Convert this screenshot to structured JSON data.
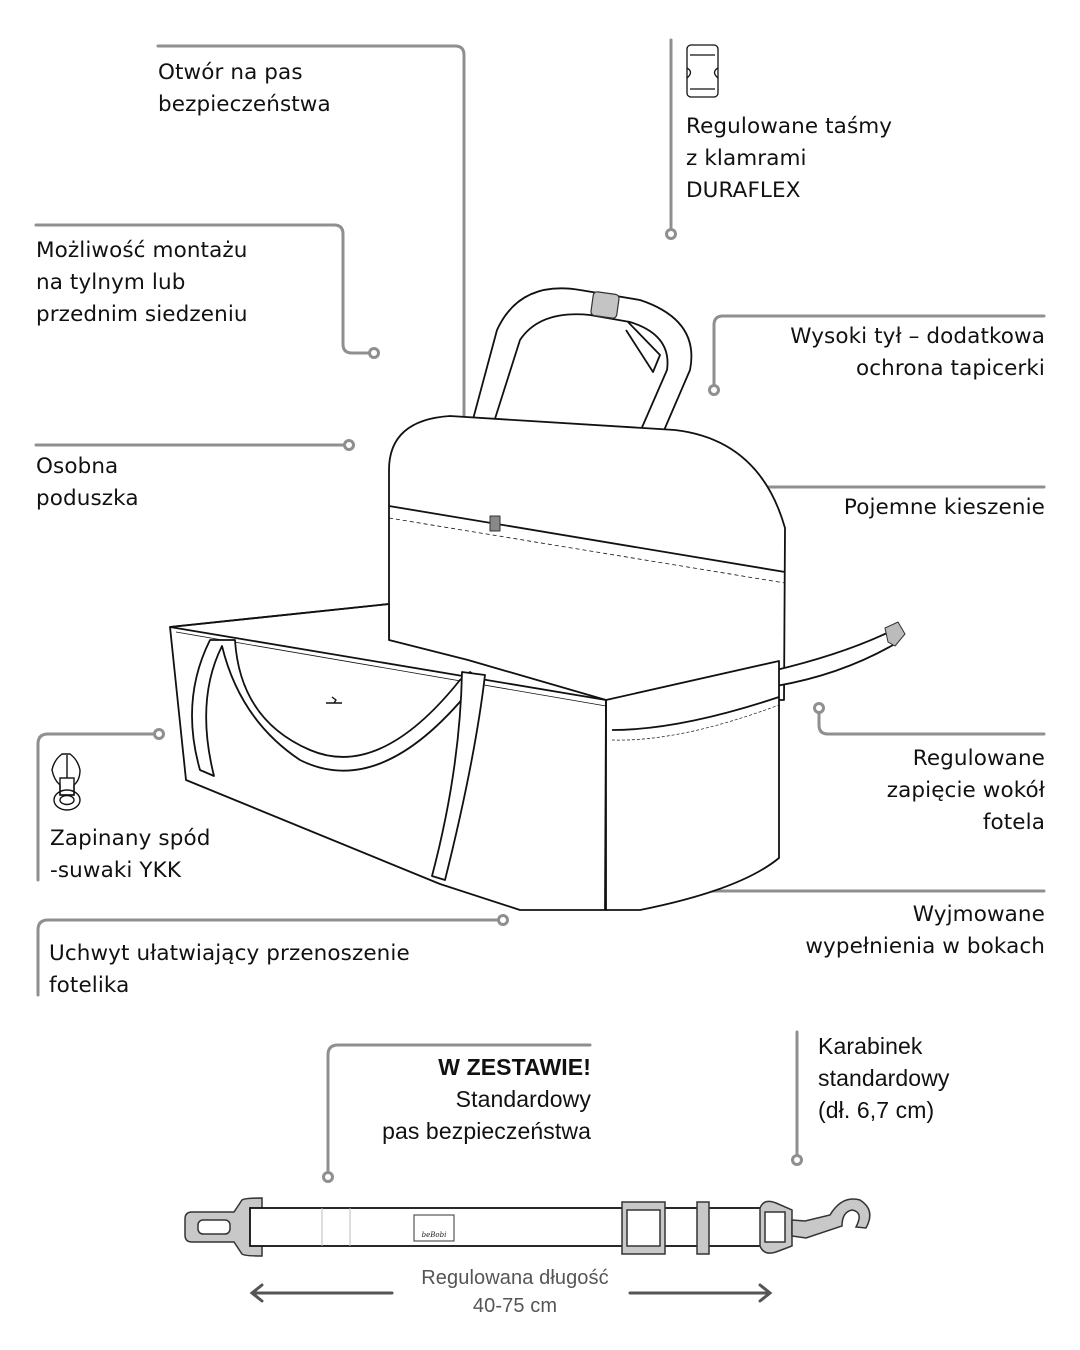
{
  "colors": {
    "leader": "#8f8f8f",
    "outline": "#111111",
    "buckle_fill": "#b9b9b9",
    "arrow": "#555555",
    "text": "#111111"
  },
  "callouts": {
    "seatbelt_hole": {
      "lines": [
        "Otwór na pas",
        "bezpieczeństwa"
      ]
    },
    "mounting": {
      "lines": [
        "Możliwość montażu",
        "na tylnym lub",
        "przednim siedzeniu"
      ]
    },
    "separate_cushion": {
      "lines": [
        "Osobna",
        "poduszka"
      ]
    },
    "zip_bottom": {
      "lines": [
        "Zapinany spód",
        "-suwaki YKK"
      ],
      "icon": "zipper-icon"
    },
    "carry_handle": {
      "lines": [
        "Uchwyt ułatwiający przenoszenie",
        "fotelika"
      ]
    },
    "straps": {
      "lines": [
        "Regulowane taśmy",
        "z klamrami",
        "DURAFLEX"
      ],
      "icon": "buckle-icon"
    },
    "high_back": {
      "lines": [
        "Wysoki tył – dodatkowa",
        "ochrona tapicerki"
      ]
    },
    "pockets": {
      "lines": [
        "Pojemne kieszenie"
      ]
    },
    "adjustable_fastening": {
      "lines": [
        "Regulowane",
        "zapięcie wokół",
        "fotela"
      ]
    },
    "removable_filling": {
      "lines": [
        "Wyjmowane",
        "wypełnienia w bokach"
      ]
    },
    "included_belt": {
      "lines": [
        "W ZESTAWIE!",
        "Standardowy",
        "pas bezpieczeństwa"
      ]
    },
    "carabiner": {
      "lines": [
        "Karabinek",
        "standardowy",
        "(dł. 6,7 cm)"
      ]
    }
  },
  "belt": {
    "length_label": [
      "Regulowana długość",
      "40-75 cm"
    ],
    "logo_text": "beBobi"
  }
}
